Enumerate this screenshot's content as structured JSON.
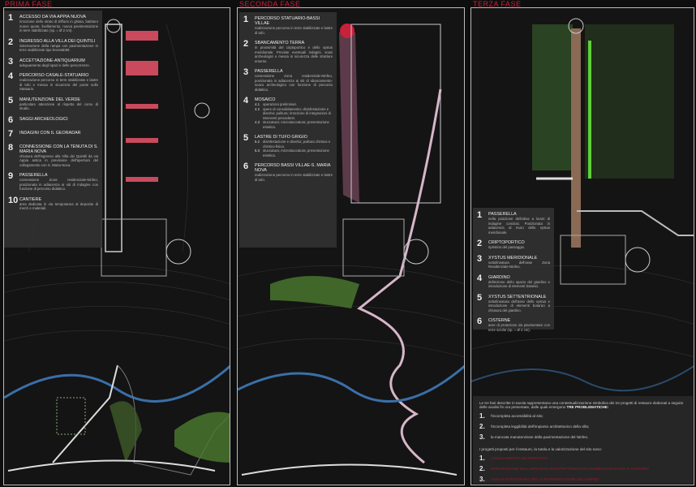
{
  "phases": [
    {
      "title": "PRIMA FASE",
      "items": [
        {
          "n": "1",
          "title": "Accesso da Via Appia Nuova",
          "desc": "rimozione dello strato di triffurio in ghiaia, battituro nuove quote, livellamento, nuova pavimentazione in terre stabilizzate (sp. = Ø 2 cm)."
        },
        {
          "n": "2",
          "title": "Ingresso alla Villa dei Quintili",
          "desc": "sistemazione della rampa con pavimentazione in terre stabilizzate tipo levostab99."
        },
        {
          "n": "3",
          "title": "Accettazione-Antiquarium",
          "desc": "adeguamento degli spazi e delle percorrenze."
        },
        {
          "n": "4",
          "title": "Percorso Casale-Statuario",
          "desc": "realizzazione percorso in terre stabilizzate e lastre di tufo e messa in sicurezza del ponte sullo Statuario."
        },
        {
          "n": "5",
          "title": "Manutenzione del verde",
          "desc": "particolare attenzione al rispetto del corso di studio."
        },
        {
          "n": "6",
          "title": "Saggi archeologici",
          "desc": ""
        },
        {
          "n": "7",
          "title": "Indagini con il georadar",
          "desc": ""
        },
        {
          "n": "8",
          "title": "Connessione con la tenuta di S. Maria Nova",
          "desc": "chiusura dell'ingresso alla Villa dei Quintili da via Appia antica in previsione dell'apertura del collegamento con S. Maria Nova."
        },
        {
          "n": "9",
          "title": "Passerella",
          "desc": "connessione Zona residenziale-Ninfeo, posizionata in adiacenza ai siti di indagine con funzione di percorso didattico."
        },
        {
          "n": "10",
          "title": "Cantiere",
          "desc": "area dedicata in via temporanea al deposito di mezzi e materiali."
        }
      ]
    },
    {
      "title": "SECONDA FASE",
      "items": [
        {
          "n": "1",
          "title": "Percorso Statuario-Bassi Villae",
          "desc": "realizzazione percorso in terre stabilizzate e lastre di tufo."
        },
        {
          "n": "2",
          "title": "Sbancamento terra",
          "desc": "in prossimità del criptoportico e dello xystus meridionale. Previste eventuali indagini, scavi archeologici e messa in sicurezza delle strutture emerse."
        },
        {
          "n": "3",
          "title": "Passerella",
          "desc": "connessione Zona residenziale-Ninfeo, posizionata in adiacenza ai siti di sbancamento-scavo archeologico con funzione di percorso didattico."
        },
        {
          "n": "4",
          "title": "Mosaico",
          "desc": "",
          "subs": [
            {
              "n": "4.1",
              "t": "operazioni preliminari."
            },
            {
              "n": "4.2",
              "t": "opere di consolidamento; disinfestazione e diserbo; pulitura; rimozione di integrazioni di interventi precedenti."
            },
            {
              "n": "4.3",
              "t": "stuccatura; microstuccatura; presentazione estetica."
            }
          ]
        },
        {
          "n": "5",
          "title": "Lastre di tufo grigio",
          "desc": "",
          "subs": [
            {
              "n": "5.2",
              "t": "disinfestazione e diserbo; pulitura chimica e chimico-fisica."
            },
            {
              "n": "5.3",
              "t": "stuccatura; microstuccatura; presentazione estetica."
            }
          ]
        },
        {
          "n": "6",
          "title": "Percorso Bassi Villae-S. Maria Nova",
          "desc": "realizzazione percorso in terre stabilizzate e lastre di tufo."
        }
      ]
    },
    {
      "title": "TERZA FASE",
      "items": [
        {
          "n": "1",
          "title": "Passerella",
          "desc": "nella posizione definitiva a lavori di indagine conclusi. Posizionata in adiacenza al muro dello xystus meridionale."
        },
        {
          "n": "2",
          "title": "Criptoportico",
          "desc": "ripristino del passaggio."
        },
        {
          "n": "3",
          "title": "Xystus meridionale",
          "desc": "sottolineatura dell'asse Zona Residenziale-Ninfeo."
        },
        {
          "n": "4",
          "title": "Giardino",
          "desc": "definizione dello spazio del giardino e introduzione di elementi botanici."
        },
        {
          "n": "5",
          "title": "Xystus settentrionale",
          "desc": "sottolineatura dell'asse dello xystus e introduzione di elementi botanici a chiusura del giardino."
        },
        {
          "n": "6",
          "title": "Cisterne",
          "desc": "aree di protezione da pavimentare con terre sciolte (sp. = Ø 2 cm)."
        }
      ]
    }
  ],
  "summary": {
    "intro": "Le tre fasi descritte in tavola rappresentano una contestualizzazione simbolica dei tre progetti di restauro elaborati a seguito delle analisi fin ora presentate, dalle quali emergono",
    "intro_bold": "TRE PROBLEMATICHE:",
    "problems": [
      {
        "n": "1.",
        "t": "l'incompleta accessibilità al sito;"
      },
      {
        "n": "2.",
        "t": "l'incompleta leggibilità dell'impianto architettonico della villa;"
      },
      {
        "n": "3.",
        "t": "la mancata manutenzione della pavimentazione del Ninfeo."
      }
    ],
    "proposals_intro": "I progetti proposti per il restauro, la tutela e la valorizzazione del sito sono:",
    "proposals": [
      {
        "n": "1.",
        "t": "ADEGUAMENTO DEI PERCORSI"
      },
      {
        "n": "2.",
        "t": "INTEGRAZIONE DELL'IMPIANTO ARCHITETTONICO ED ELEMENTI BOTANICI E GIARDINO"
      },
      {
        "n": "3.",
        "t": "ANALISI E RESTAURO DELLA PAVIMENTAZIONE DEL NINFEO"
      }
    ]
  },
  "colors": {
    "accent": "#c8213a",
    "green": "#5aa33a",
    "river": "#3a6fa8"
  }
}
